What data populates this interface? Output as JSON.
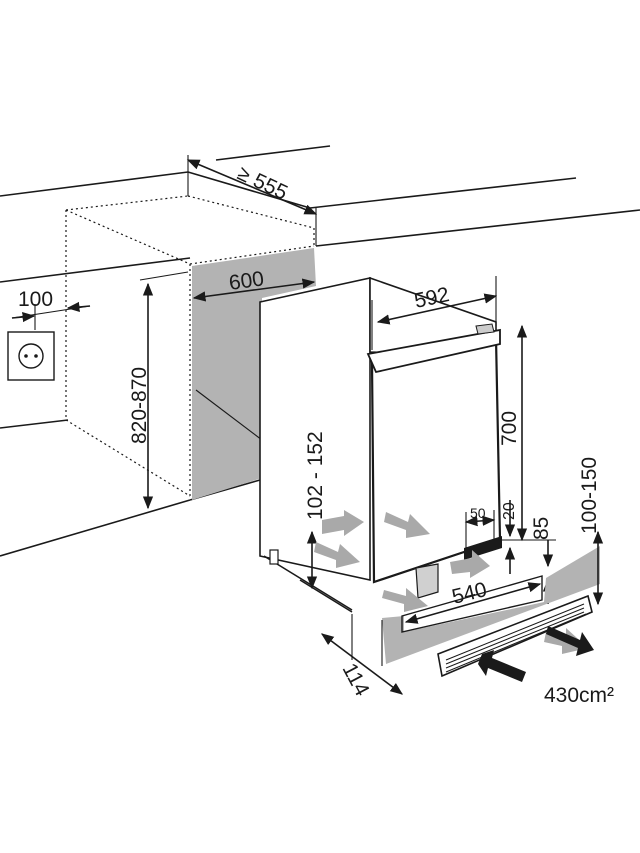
{
  "diagram": {
    "labels": {
      "depth_min": "≥ 555",
      "niche_width": "600",
      "socket_offset": "100",
      "niche_height": "820-870",
      "appliance_width": "592",
      "appliance_height": "700",
      "foot_height": "102 - 152",
      "vent_50": "50",
      "vent_20": "20",
      "vent_85": "85",
      "plinth_height": "100-150",
      "plinth_width": "540",
      "plinth_depth": "114",
      "vent_area": "430cm²"
    },
    "colors": {
      "line": "#1a1a1a",
      "panel_shade": "#b3b3b3",
      "airflow_arrow": "#a9a9a9"
    },
    "icons": [
      "power-socket-icon",
      "airflow-arrow-icon"
    ]
  }
}
